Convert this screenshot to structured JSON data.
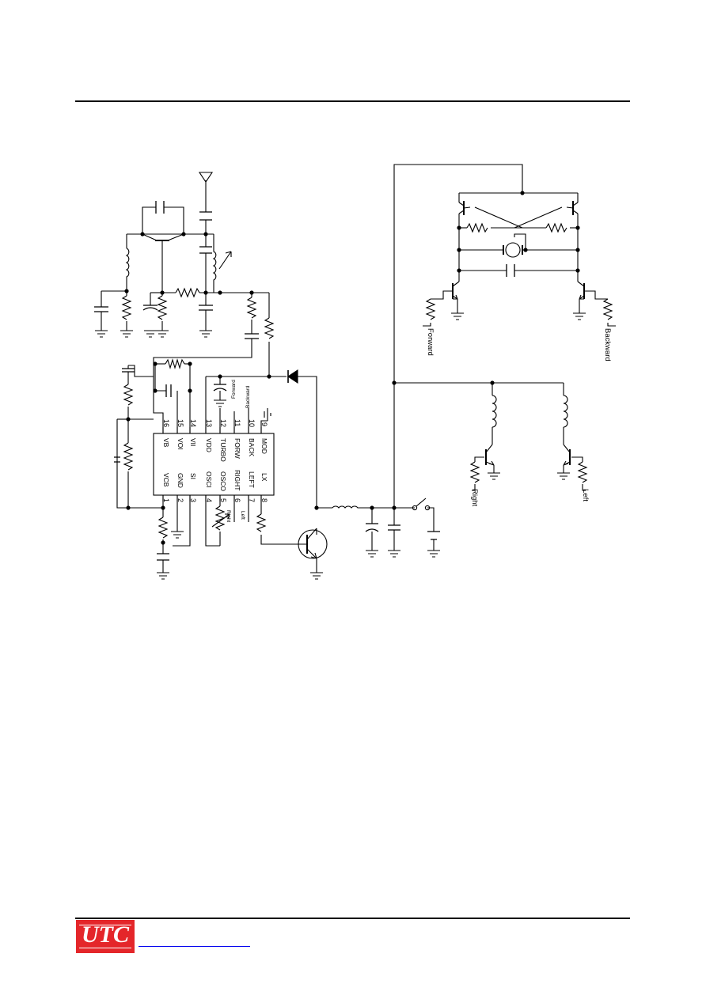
{
  "logo": {
    "text": "UTC",
    "brand_color": "#e4262a"
  },
  "footer_link": {
    "color": "#0000ee"
  },
  "ic": {
    "left_pins": [
      "1",
      "2",
      "3",
      "4",
      "5",
      "6",
      "7",
      "8"
    ],
    "left_pin_names": [
      "VCB",
      "GND",
      "SI",
      "OSCI",
      "OSCO",
      "RIGHT",
      "LEFT",
      "LX"
    ],
    "right_pins": [
      "16",
      "15",
      "14",
      "13",
      "12",
      "11",
      "10",
      "9"
    ],
    "right_pin_names": [
      "VB",
      "VOI",
      "VII",
      "VDD",
      "TURBO",
      "FORW",
      "BACK",
      "MOD"
    ]
  },
  "labels": {
    "forward_top": "Forward",
    "backward_top": "Backward",
    "right_switch": "Right",
    "left_switch": "Left",
    "forward": "Forward",
    "backward": "Backward",
    "right_motor": "Right",
    "left_motor": "Left"
  }
}
